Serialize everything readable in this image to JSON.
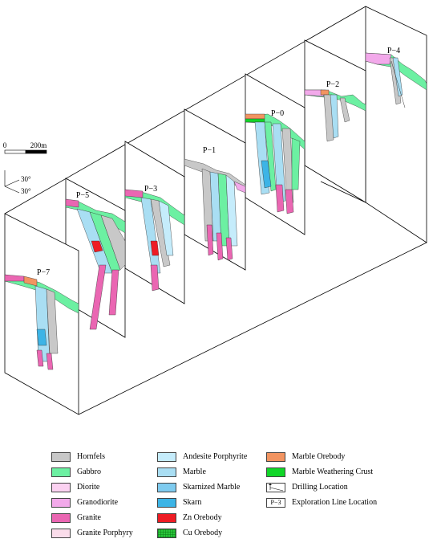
{
  "scale_bar": {
    "zero": "0",
    "max": "200m"
  },
  "orientation": {
    "angle_top": "30°",
    "angle_bottom": "30°"
  },
  "panels": [
    {
      "label": "P−4"
    },
    {
      "label": "P−2"
    },
    {
      "label": "P−0"
    },
    {
      "label": "P−1"
    },
    {
      "label": "P−3"
    },
    {
      "label": "P−5"
    },
    {
      "label": "P−7"
    }
  ],
  "legend": {
    "col1": [
      {
        "label": "Hornfels",
        "color": "#c8c8c8",
        "pattern": "none"
      },
      {
        "label": "Gabbro",
        "color": "#6cf0a2",
        "pattern": "none"
      },
      {
        "label": "Diorite",
        "color": "#fbd1f1",
        "pattern": "none"
      },
      {
        "label": "Granodiorite",
        "color": "#f2a9ea",
        "pattern": "none"
      },
      {
        "label": "Granite",
        "color": "#ea66b2",
        "pattern": "none"
      },
      {
        "label": "Granite Porphyry",
        "color": "#fadcea",
        "pattern": "none"
      }
    ],
    "col2": [
      {
        "label": "Andesite Porphyrite",
        "color": "#c5ecfb",
        "pattern": "none"
      },
      {
        "label": "Marble",
        "color": "#a9def3",
        "pattern": "none"
      },
      {
        "label": "Skarnized Marble",
        "color": "#7ecbef",
        "pattern": "none"
      },
      {
        "label": "Skarn",
        "color": "#3cb4e6",
        "pattern": "none"
      },
      {
        "label": "Zn Orebody",
        "color": "#ee1c24",
        "pattern": "none"
      },
      {
        "label": "Cu Orebody",
        "color": "#29c73a",
        "pattern": "grid"
      }
    ],
    "col3": [
      {
        "label": "Marble Orebody",
        "color": "#f29461",
        "pattern": "none"
      },
      {
        "label": "Marble Weathering Crust",
        "color": "#11d628",
        "pattern": "none"
      },
      {
        "label": "Drilling Location",
        "color": "#ffffff",
        "pattern": "drill"
      },
      {
        "label": "Exploration Line Location",
        "color": "#ffffff",
        "pattern": "pbox",
        "box_text": "P−3"
      }
    ]
  }
}
